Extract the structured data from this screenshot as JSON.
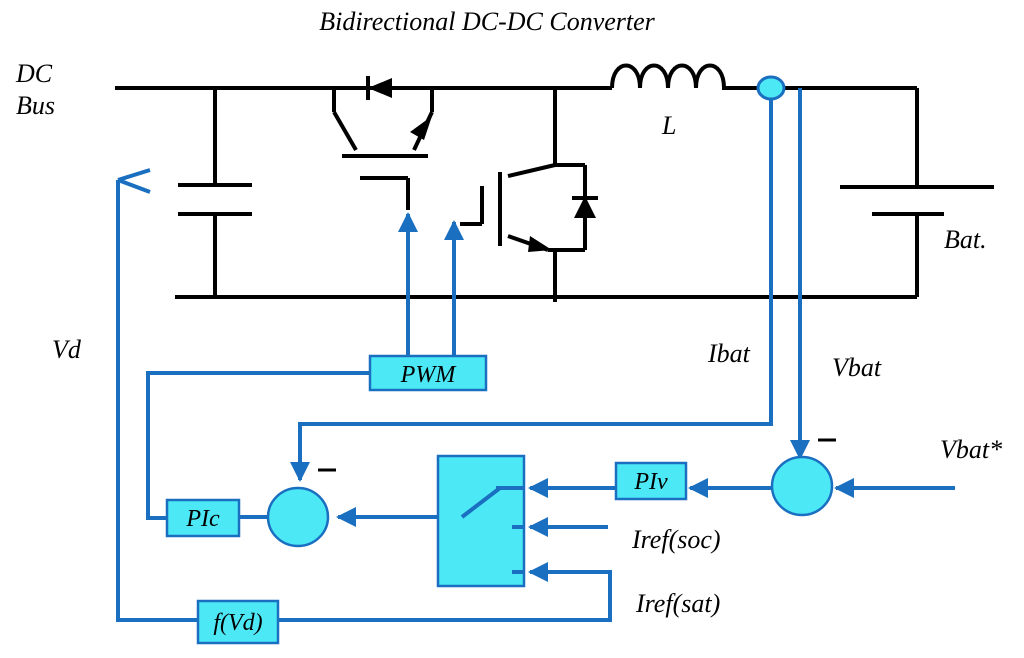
{
  "title": "Bidirectional DC-DC Converter",
  "labels": {
    "dc": "DC",
    "bus": "Bus",
    "inductor": "L",
    "battery": "Bat.",
    "vd": "Vd",
    "ibat": "Ibat",
    "vbat": "Vbat",
    "vbat_ref": "Vbat*",
    "iref_soc": "Iref(soc)",
    "iref_sat": "Iref(sat)",
    "minus": "–"
  },
  "blocks": {
    "pwm": "PWM",
    "piv": "PIv",
    "pic": "PIc",
    "fvd": "f(Vd)"
  },
  "colors": {
    "power_wire": "#000000",
    "signal": "#1a6fc0",
    "block_fill": "#4de8f5",
    "block_border": "#1a6fc0",
    "sensor_fill": "#4de8f5"
  }
}
